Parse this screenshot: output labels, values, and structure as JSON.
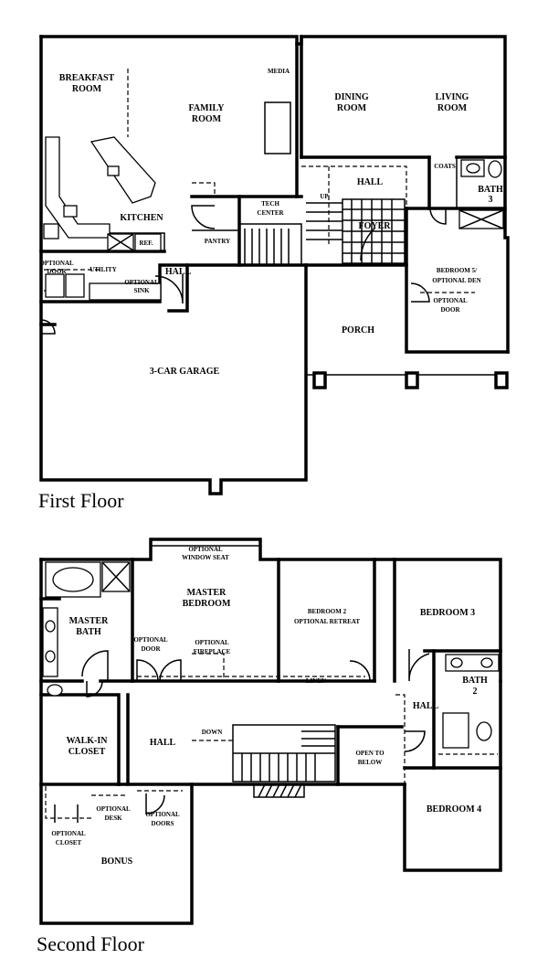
{
  "first_floor": {
    "title": "First Floor",
    "rooms": {
      "breakfast_room": [
        "BREAKFAST",
        "ROOM"
      ],
      "family_room": [
        "FAMILY",
        "ROOM"
      ],
      "media": "MEDIA",
      "dining_room": [
        "DINING",
        "ROOM"
      ],
      "living_room": [
        "LIVING",
        "ROOM"
      ],
      "hall_top": "HALL",
      "coats": "COATS",
      "bath3": [
        "BATH",
        "3"
      ],
      "tech_center": [
        "TECH",
        "CENTER"
      ],
      "up": "UP",
      "kitchen": "KITCHEN",
      "ref": "REF.",
      "pantry": "PANTRY",
      "foyer": "FOYER",
      "bedroom5": [
        "BEDROOM 5/",
        "OPTIONAL DEN"
      ],
      "optional_door_bed5": [
        "OPTIONAL",
        "DOOR"
      ],
      "optional_door_utility": [
        "OPTIONAL",
        "DOOR"
      ],
      "utility": "UTILITY",
      "optional_sink": [
        "OPTIONAL",
        "SINK"
      ],
      "hall_garage": "HALL",
      "porch": "PORCH",
      "garage": "3-CAR GARAGE"
    }
  },
  "second_floor": {
    "title": "Second Floor",
    "rooms": {
      "optional_window_seat": [
        "OPTIONAL",
        "WINDOW SEAT"
      ],
      "master_bedroom": [
        "MASTER",
        "BEDROOM"
      ],
      "bedroom2": [
        "BEDROOM 2",
        "OPTIONAL RETREAT"
      ],
      "bedroom3": "BEDROOM 3",
      "master_bath": [
        "MASTER",
        "BATH"
      ],
      "optional_door": [
        "OPTIONAL",
        "DOOR"
      ],
      "optional_fireplace": [
        "OPTIONAL",
        "FIREPLACE"
      ],
      "linen": "LINEN",
      "bath2": [
        "BATH",
        "2"
      ],
      "hall_right": "HALL",
      "walk_in_closet": [
        "WALK-IN",
        "CLOSET"
      ],
      "hall_center": "HALL",
      "down": "DOWN",
      "open_to_below": [
        "OPEN TO",
        "BELOW"
      ],
      "optional_desk": [
        "OPTIONAL",
        "DESK"
      ],
      "optional_doors": [
        "OPTIONAL",
        "DOORS"
      ],
      "optional_closet": [
        "OPTIONAL",
        "CLOSET"
      ],
      "bonus": "BONUS",
      "bedroom4": "BEDROOM 4"
    }
  }
}
